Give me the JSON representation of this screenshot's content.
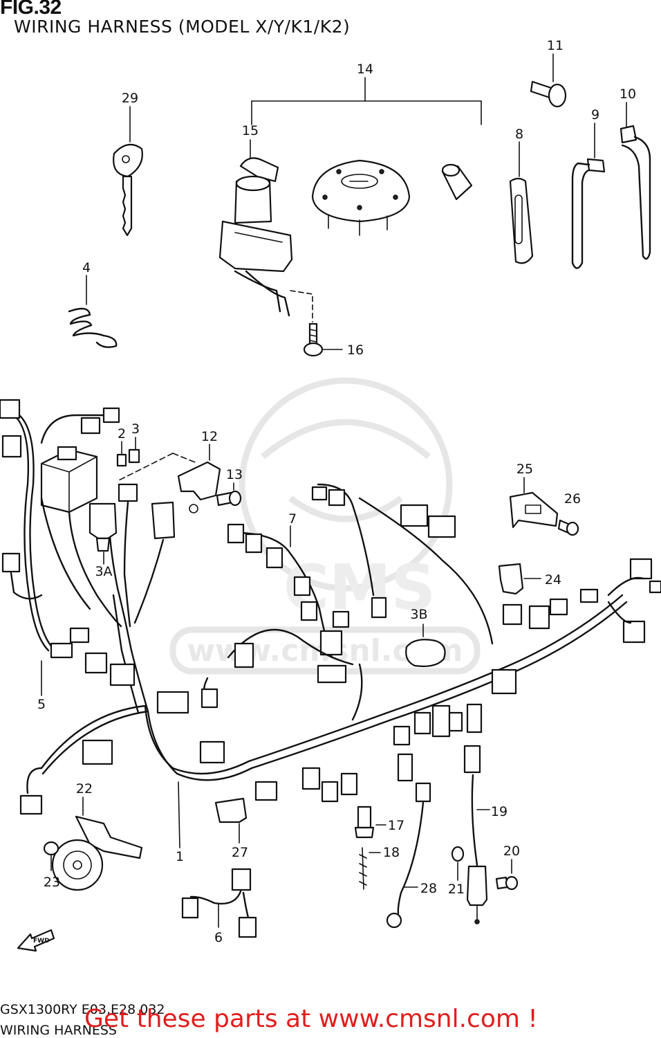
{
  "header": {
    "fig_label": "FIG.32",
    "subtitle": "WIRING HARNESS (MODEL X/Y/K1/K2)"
  },
  "footer": {
    "model_code": "GSX1300RY E03,E28 032",
    "section_name": "WIRING HARNESS",
    "call_to_action": "Get these parts at www.cmsnl.com !"
  },
  "watermark": {
    "text": "www.cmsnl.com",
    "brand": "CMS"
  },
  "direction_marker": "FWD",
  "callouts": [
    {
      "id": "c11",
      "label": "11"
    },
    {
      "id": "c14",
      "label": "14"
    },
    {
      "id": "c10",
      "label": "10"
    },
    {
      "id": "c29",
      "label": "29"
    },
    {
      "id": "c9",
      "label": "9"
    },
    {
      "id": "c15",
      "label": "15"
    },
    {
      "id": "c8",
      "label": "8"
    },
    {
      "id": "c4",
      "label": "4"
    },
    {
      "id": "c16",
      "label": "16"
    },
    {
      "id": "c2",
      "label": "2"
    },
    {
      "id": "c3",
      "label": "3"
    },
    {
      "id": "c12",
      "label": "12"
    },
    {
      "id": "c13",
      "label": "13"
    },
    {
      "id": "c25",
      "label": "25"
    },
    {
      "id": "c26",
      "label": "26"
    },
    {
      "id": "c7",
      "label": "7"
    },
    {
      "id": "c3A",
      "label": "3A"
    },
    {
      "id": "c24",
      "label": "24"
    },
    {
      "id": "c3B",
      "label": "3B"
    },
    {
      "id": "c5",
      "label": "5"
    },
    {
      "id": "c22",
      "label": "22"
    },
    {
      "id": "c17",
      "label": "17"
    },
    {
      "id": "c19",
      "label": "19"
    },
    {
      "id": "c18",
      "label": "18"
    },
    {
      "id": "c27",
      "label": "27"
    },
    {
      "id": "c1",
      "label": "1"
    },
    {
      "id": "c20",
      "label": "20"
    },
    {
      "id": "c23",
      "label": "23"
    },
    {
      "id": "c28",
      "label": "28"
    },
    {
      "id": "c21",
      "label": "21"
    },
    {
      "id": "c6",
      "label": "6"
    }
  ]
}
